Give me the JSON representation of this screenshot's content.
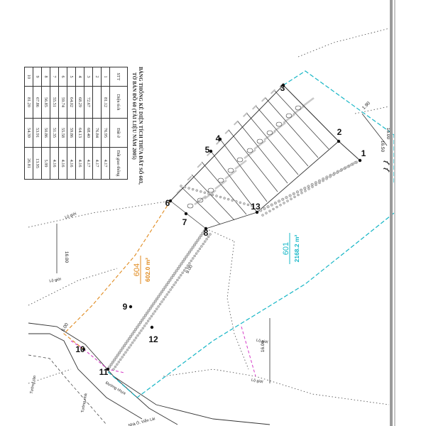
{
  "table": {
    "title_line1": "BẢNG THỐNG KÊ DIỆN TÍCH THỬA ĐẤT SỐ 603,",
    "title_line2": "TỜ BẢN ĐỒ 60 (TÀI LIỆU NĂM 2005)",
    "headers": [
      "STT",
      "Diện tích",
      "Đất ở",
      "Đất giao thông"
    ],
    "rows": [
      [
        "1",
        "81.12",
        "76.95",
        "4.17"
      ],
      [
        "2",
        "",
        "76.84",
        "4.17"
      ],
      [
        "3",
        "72.67",
        "68.40",
        "4.17"
      ],
      [
        "4",
        "68.29",
        "64.13",
        "4.16"
      ],
      [
        "5",
        "64.02",
        "59.86",
        "4.16"
      ],
      [
        "6",
        "59.74",
        "55.58",
        "4.16"
      ],
      [
        "7",
        "55.51",
        "51.35",
        "4.16"
      ],
      [
        "8",
        "56.85",
        "50.86",
        "5.99"
      ],
      [
        "9",
        "67.86",
        "53.91",
        "13.95"
      ],
      [
        "10",
        "81.20",
        "54.39",
        "26.81"
      ]
    ]
  },
  "parcels": {
    "p601": {
      "number": "601",
      "area": "2168.2 m²",
      "color": "#18b8c8"
    },
    "p604": {
      "number": "604",
      "area": "602.0 m²",
      "color": "#e08a1e"
    }
  },
  "points": [
    "1",
    "2",
    "3",
    "4",
    "5",
    "6",
    "7",
    "8",
    "9",
    "10",
    "11",
    "12",
    "13"
  ],
  "lot_labels": [
    "Lộ giới",
    "Lộ giới",
    "Lộ giới",
    "Lộ giới",
    "Tường rào",
    "Tường nhà",
    "Đường nhựa",
    "Nhà Ô. Viễn Lài"
  ],
  "dims": [
    "16.00",
    "16.00",
    "16.00",
    "16.50",
    "5.00",
    "9.00",
    "1.90"
  ],
  "colors": {
    "boundary": "#16b6c6",
    "orange": "#e08a1e",
    "magenta": "#d63cc8",
    "line": "#333333",
    "dot": "#555555"
  }
}
